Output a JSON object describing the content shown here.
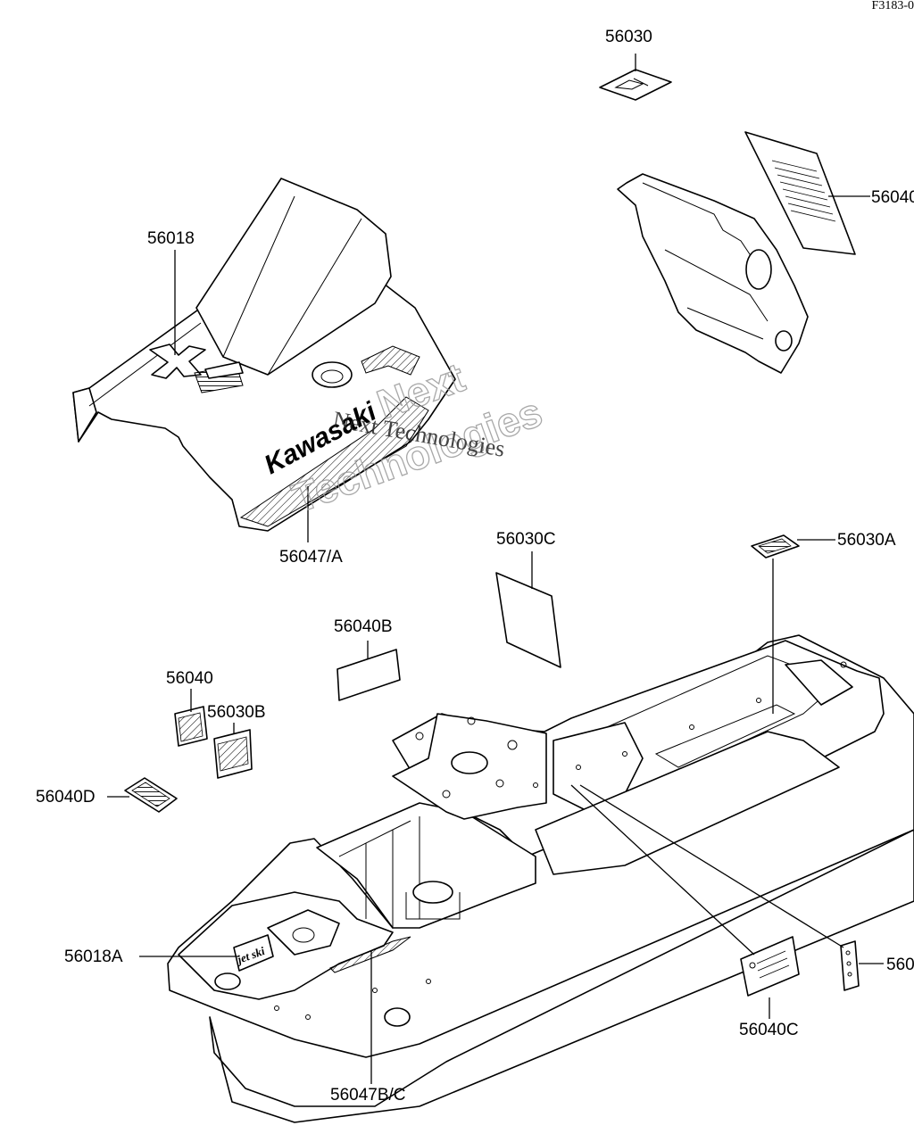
{
  "reference": "F3183-0",
  "watermark": {
    "line1": "Next",
    "line2": "Technologies",
    "line3": "Next Technologies"
  },
  "decal_text": {
    "brand": "Kawasaki",
    "model": "jet ski"
  },
  "callouts": [
    {
      "id": "56030"
    },
    {
      "id": "56040"
    },
    {
      "id": "56018"
    },
    {
      "id": "56047/A"
    },
    {
      "id": "56030C"
    },
    {
      "id": "56030A"
    },
    {
      "id": "56040B"
    },
    {
      "id": "56040"
    },
    {
      "id": "56030B"
    },
    {
      "id": "56040D"
    },
    {
      "id": "56018A"
    },
    {
      "id": "56040C"
    },
    {
      "id": "56047B/C"
    },
    {
      "id": "560"
    }
  ]
}
